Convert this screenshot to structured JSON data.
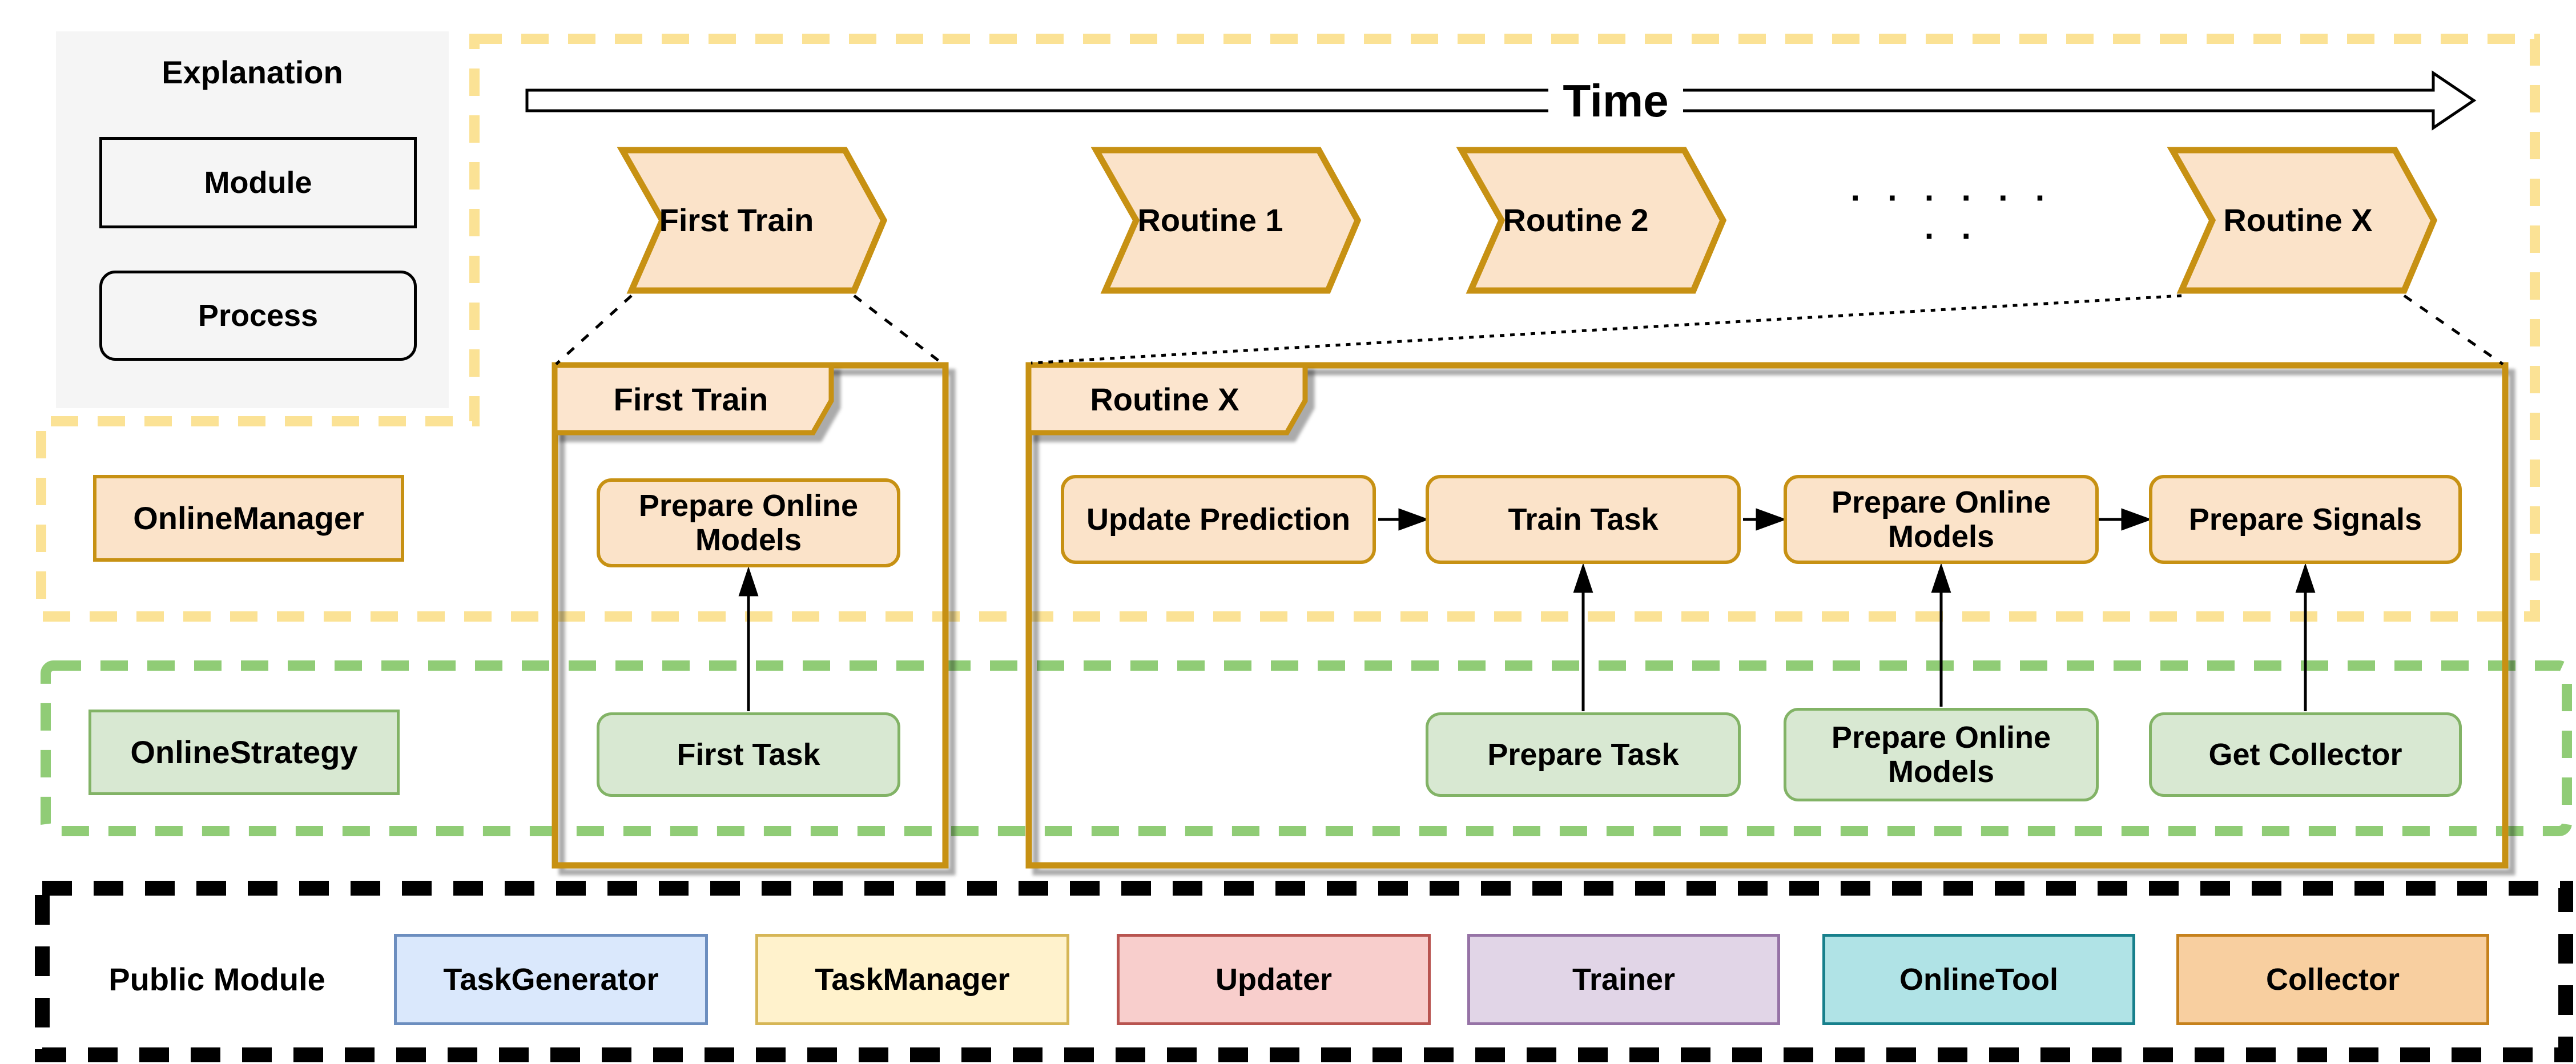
{
  "legend": {
    "title": "Explanation",
    "items": [
      {
        "label": "Module",
        "shape": "rectangle"
      },
      {
        "label": "Process",
        "shape": "rounded-rectangle"
      }
    ]
  },
  "timeline": {
    "label": "Time",
    "phases": [
      {
        "label": "First Train"
      },
      {
        "label": "Routine 1"
      },
      {
        "label": "Routine 2"
      },
      {
        "label": "Routine X"
      }
    ],
    "ellipsis": "· · · · · · · ·"
  },
  "folders": {
    "first_train": {
      "tab": "First Train",
      "manager_processes": [
        "Prepare Online Models"
      ],
      "strategy_processes": [
        "First Task"
      ]
    },
    "routine_x": {
      "tab": "Routine X",
      "manager_processes": [
        "Update Prediction",
        "Train Task",
        "Prepare Online Models",
        "Prepare Signals"
      ],
      "strategy_processes": [
        "Prepare Task",
        "Prepare Online Models",
        "Get Collector"
      ]
    }
  },
  "lanes": {
    "online_manager": {
      "label": "OnlineManager",
      "fill": "#FBE3C9",
      "border": "#C79113",
      "dash_color": "#FBE295"
    },
    "online_strategy": {
      "label": "OnlineStrategy",
      "fill": "#D8E8D2",
      "border": "#82B366",
      "dash_color": "#90CC76"
    },
    "public_module": {
      "label": "Public Module",
      "dash_color": "#000000"
    }
  },
  "modules": [
    {
      "label": "TaskGenerator",
      "fill": "#DAE8FC",
      "border": "#6C8EBF"
    },
    {
      "label": "TaskManager",
      "fill": "#FFF2CC",
      "border": "#D6B656"
    },
    {
      "label": "Updater",
      "fill": "#F8CECC",
      "border": "#B85450"
    },
    {
      "label": "Trainer",
      "fill": "#E1D5E7",
      "border": "#9673A6"
    },
    {
      "label": "OnlineTool",
      "fill": "#B0E3E6",
      "border": "#17808C"
    },
    {
      "label": "Collector",
      "fill": "#F8CFA0",
      "border": "#C6811C"
    }
  ]
}
